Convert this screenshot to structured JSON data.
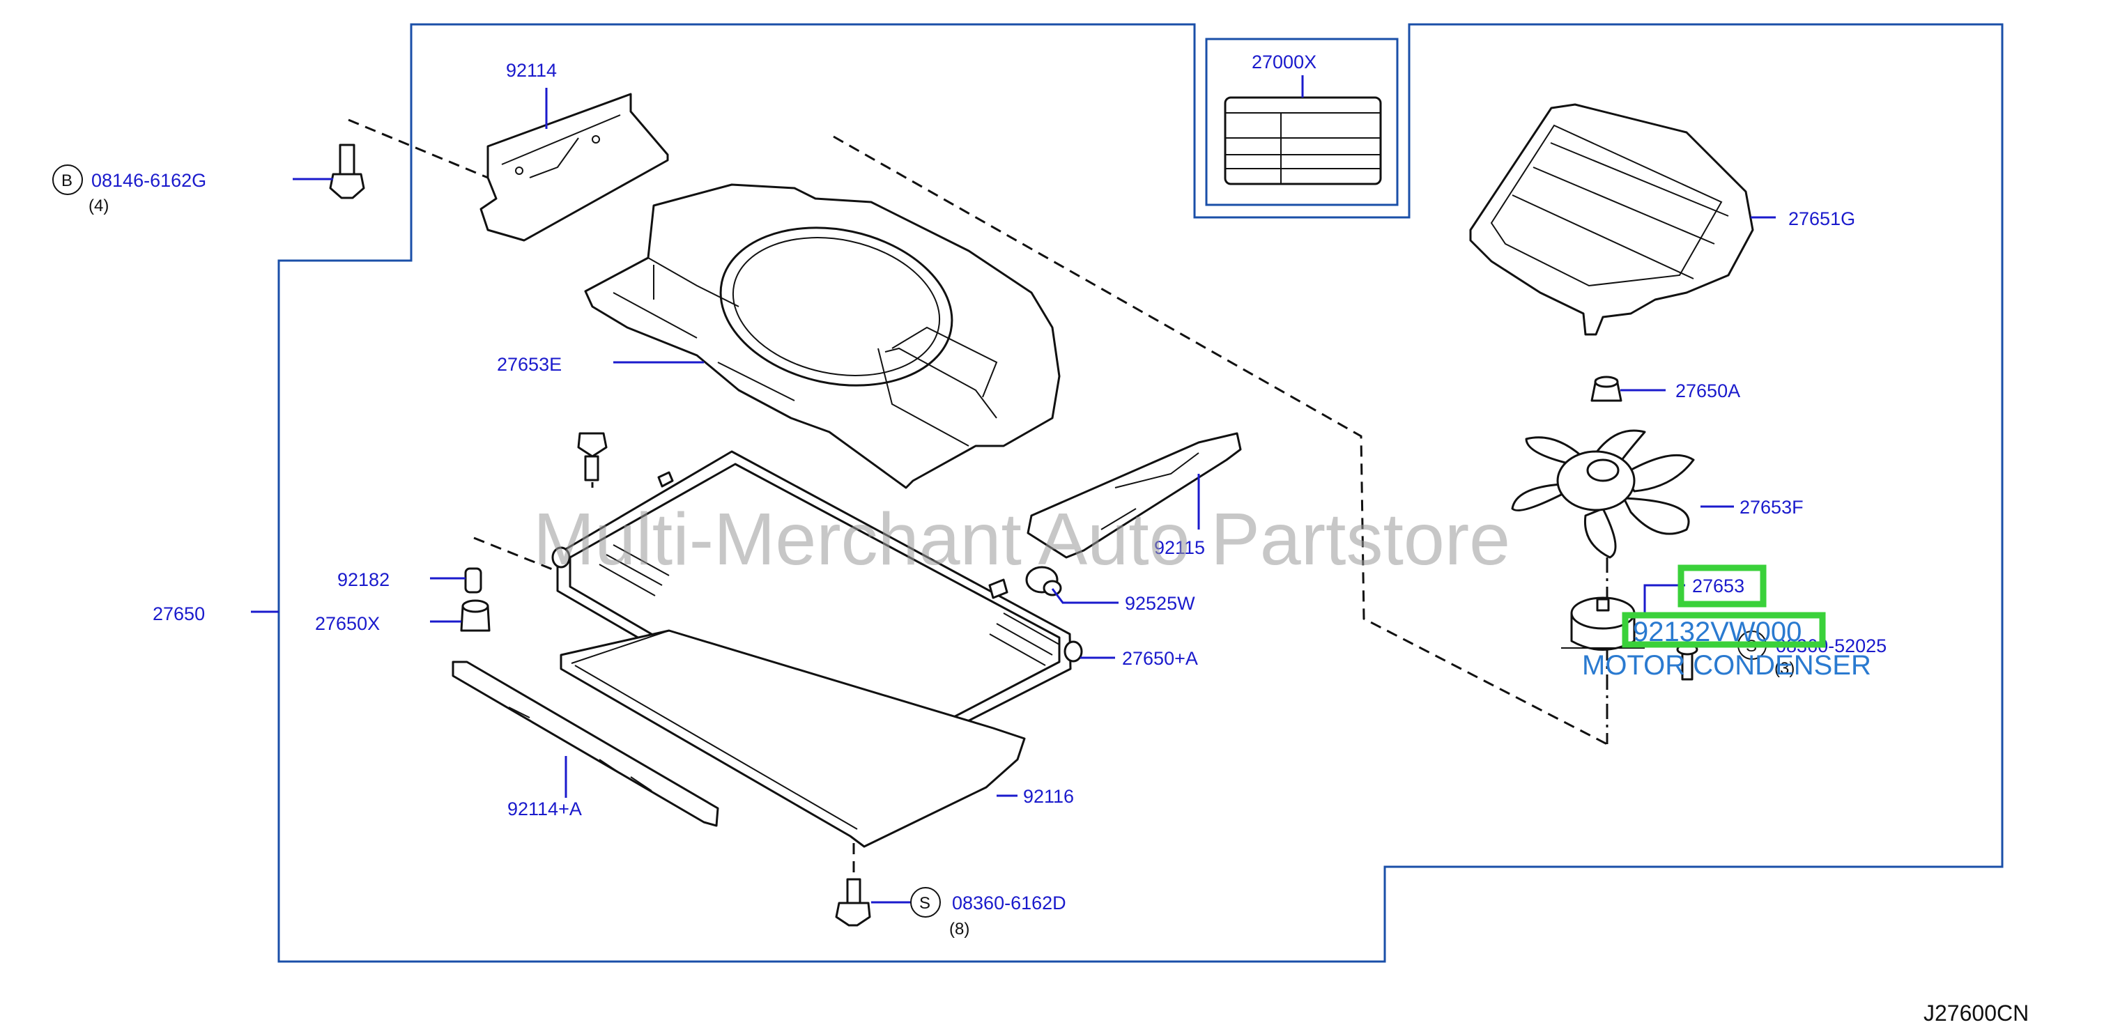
{
  "diagram": {
    "reference_code": "J27600CN",
    "watermark": "Multi-Merchant Auto Partstore",
    "labels": {
      "p92114": "92114",
      "p08146": "08146-6162G",
      "p08146_qty": "(4)",
      "p08146_letter": "B",
      "p27000X": "27000X",
      "p27651G": "27651G",
      "p27653E": "27653E",
      "p27650A": "27650A",
      "p27653F": "27653F",
      "p92115": "92115",
      "p92182": "92182",
      "p27650X": "27650X",
      "p27650": "27650",
      "p92525W": "92525W",
      "p27653": "27653",
      "p08360_52025": "08360-52025",
      "p08360_52025_qty": "(3)",
      "p08360_52025_letter": "S",
      "p27650A_plus": "27650+A",
      "p92116": "92116",
      "p92114A": "92114+A",
      "p08360_6162D": "08360-6162D",
      "p08360_6162D_qty": "(8)",
      "p08360_6162D_letter": "S"
    },
    "highlight": {
      "part_number": "92132VW000",
      "description": "MOTOR CONDENSER",
      "color": "#3ad13a"
    },
    "colors": {
      "label": "#1a1acc",
      "border": "#1a4fa8",
      "highlight_text": "#2a7ad0"
    }
  }
}
